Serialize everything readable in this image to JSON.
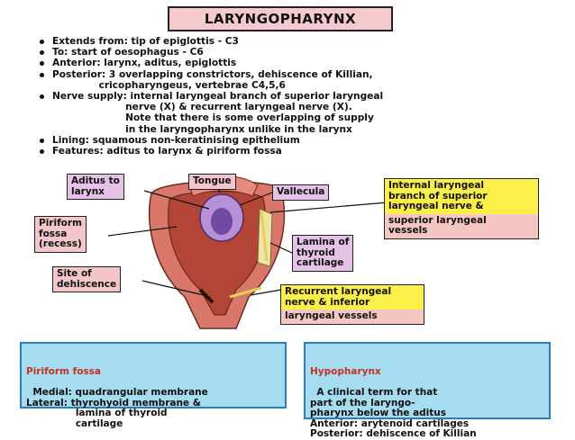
{
  "title": "LARYNGOPHARYNX",
  "bullets": [
    "Extends from: tip of epiglottis - C3",
    "To: start of oesophagus - C6",
    "Anterior: larynx, aditus, epiglottis",
    "Posterior: 3 overlapping constrictors, dehiscence of Killian,\n              cricopharyngeus, vertebrae C4,5,6",
    "Nerve supply: internal laryngeal branch of superior laryngeal\n                      nerve (X) & recurrent laryngeal nerve (X).\n                      Note that there is some overlapping of supply\n                      in the laryngopharynx unlike in the larynx",
    "Lining: squamous non-keratinising epithelium",
    "Features: aditus to larynx & piriform fossa"
  ],
  "labels": {
    "aditus": "Aditus to\nlarynx",
    "tongue": "Tongue",
    "vallecula": "Vallecula",
    "internal_nerve": "Internal laryngeal\nbranch of superior\nlaryngeal nerve &",
    "superior_vessels": "superior laryngeal\nvessels",
    "piriform": "Piriform\nfossa\n(recess)",
    "lamina": "Lamina of\nthyroid\ncartilage",
    "dehiscence": "Site of\ndehiscence",
    "recurrent_nerve": "Recurrent laryngeal\nnerve & inferior",
    "inferior_vessels": "laryngeal vessels"
  },
  "piriform_box": {
    "heading": "Piriform fossa",
    "body": "Medial: quadrangular membrane\nLateral: thyrohyoid membrane &\n               lamina of thyroid\n               cartilage"
  },
  "hypopharynx_box": {
    "heading": "Hypopharynx",
    "body": "A clinical term for that\npart of the laryngo-\npharynx below the aditus\nAnterior: arytenoid cartilages\nPosterior: dehiscence of Killian"
  },
  "colors": {
    "title_bg": "#f6c9cf",
    "label_pink": "#f4c6cc",
    "label_lilac": "#e5c2e8",
    "label_yellow": "#fbf04a",
    "info_blue": "#a6dcef",
    "info_heading": "#c23324"
  }
}
